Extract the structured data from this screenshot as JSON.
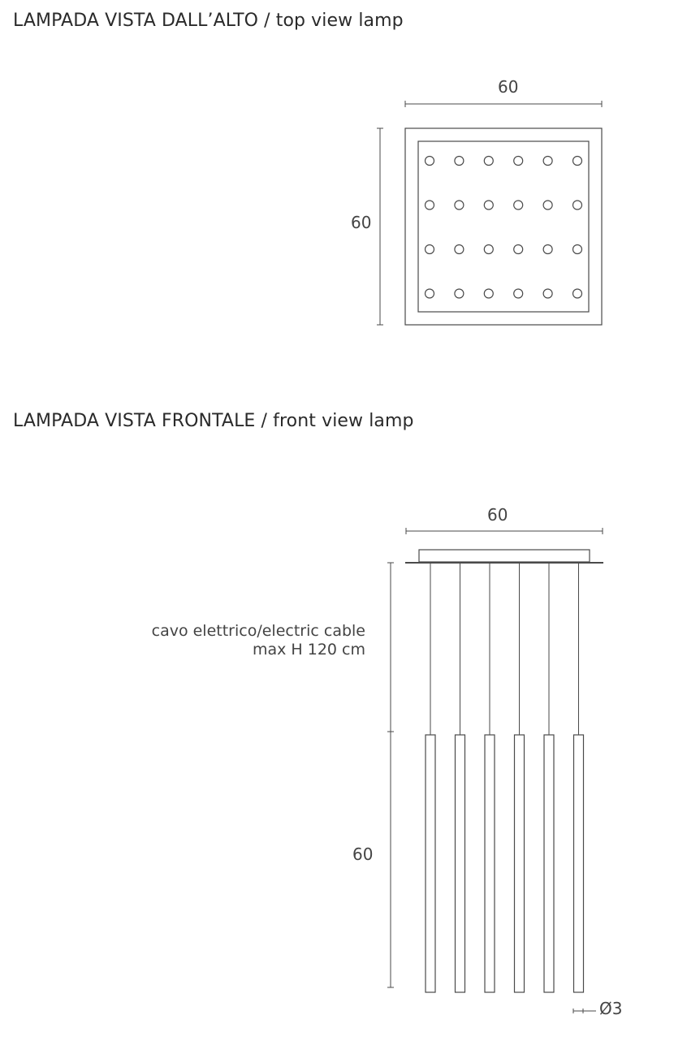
{
  "top_view": {
    "title_it": "LAMPADA VISTA DALL’ALTO",
    "title_sep": " / ",
    "title_en": "top view lamp",
    "width_label": "60",
    "height_label": "60",
    "grid_rows": 4,
    "grid_cols": 6
  },
  "front_view": {
    "title_it": "LAMPADA VISTA FRONTALE",
    "title_sep": " / ",
    "title_en": "front view lamp",
    "width_label": "60",
    "cable_label_line1": "cavo elettrico/electric cable",
    "cable_label_line2": "max H 120 cm",
    "tube_height_label": "60",
    "diameter_label": "Ø3",
    "tube_count": 6
  }
}
